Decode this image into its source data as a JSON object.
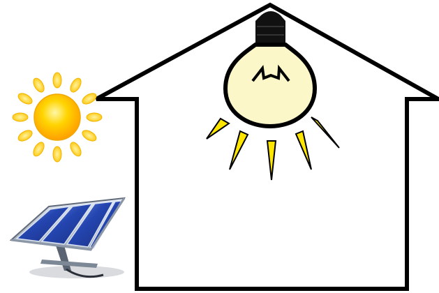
{
  "diagram": {
    "elements": [
      {
        "id": "sun",
        "icon": "sun-icon"
      },
      {
        "id": "solar-panel",
        "icon": "solar-panel-icon"
      },
      {
        "id": "house",
        "icon": "house-outline"
      },
      {
        "id": "light-bulb",
        "icon": "light-bulb-icon",
        "state": "on"
      }
    ],
    "colors": {
      "sun_core": "#ffc400",
      "sun_rays": "#ffd21f",
      "bulb_glass": "#fbf7c8",
      "bulb_base": "#111111",
      "light_rays": "#ffe600",
      "panel_cells": "#2a4db5",
      "outline": "#000000"
    }
  }
}
